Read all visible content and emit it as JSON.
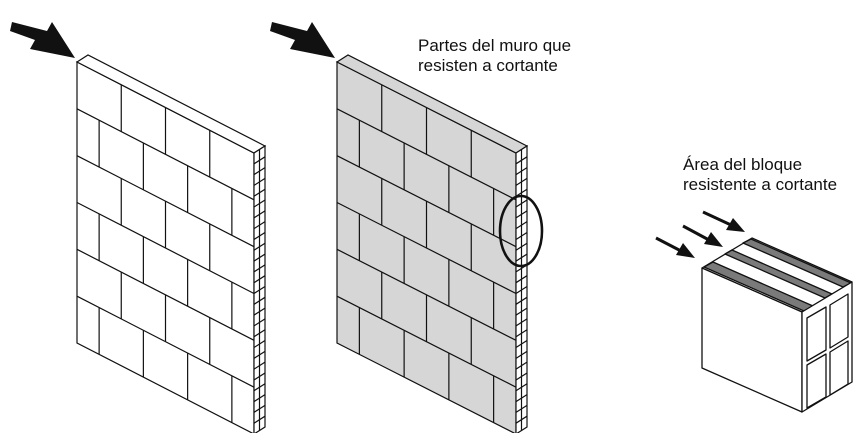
{
  "annotations": {
    "wall_shear_parts": [
      "Partes del muro que",
      "resisten a cortante"
    ],
    "block_shear_area": [
      "Área del bloque",
      "resistente a cortante"
    ]
  },
  "colors": {
    "line": "#111111",
    "wall_shaded_fill": "#d6d6d6",
    "block_rib_fill": "#7a7a7a",
    "background": "#ffffff"
  },
  "figures": [
    "plain-masonry-wall",
    "shaded-masonry-wall",
    "hollow-concrete-block"
  ]
}
